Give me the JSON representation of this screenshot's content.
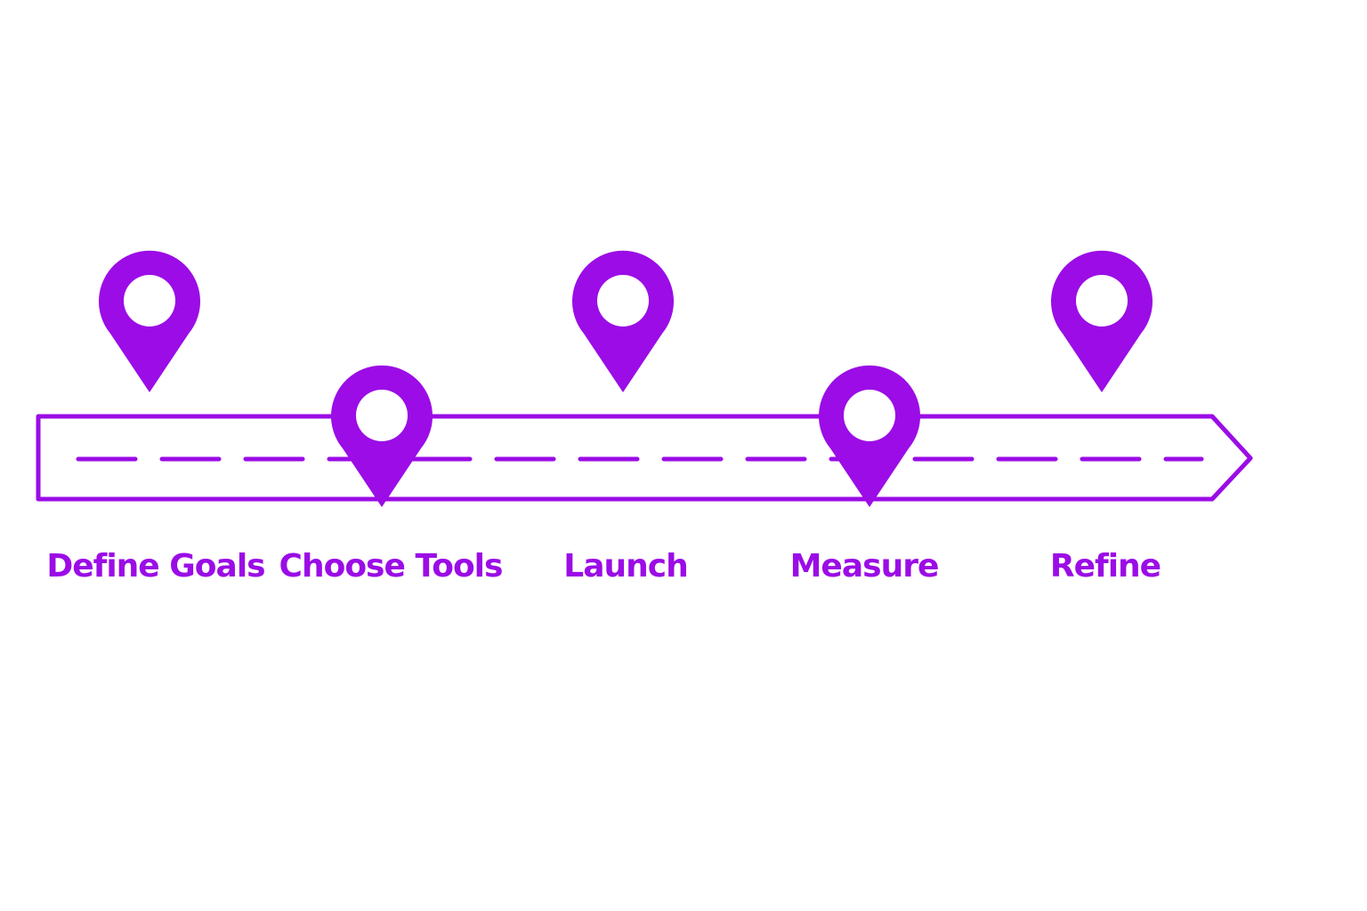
{
  "theme": {
    "accent": "#9b0ce6",
    "background": "#ffffff"
  },
  "steps": [
    {
      "label": "Define Goals",
      "icon": "location-pin-icon",
      "pin_row": "upper"
    },
    {
      "label": "Choose Tools",
      "icon": "location-pin-icon",
      "pin_row": "lower"
    },
    {
      "label": "Launch",
      "icon": "location-pin-icon",
      "pin_row": "upper"
    },
    {
      "label": "Measure",
      "icon": "location-pin-icon",
      "pin_row": "lower"
    },
    {
      "label": "Refine",
      "icon": "location-pin-icon",
      "pin_row": "upper"
    }
  ]
}
